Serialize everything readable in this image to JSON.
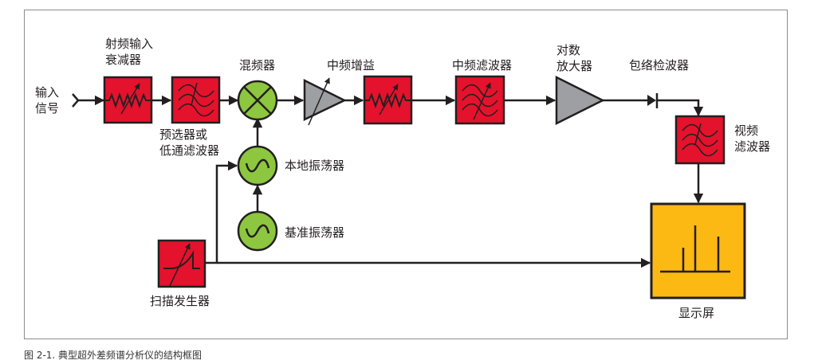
{
  "caption": "图 2-1. 典型超外差频谱分析仪的结构框图",
  "colors": {
    "red_block": "#e4122c",
    "green_block": "#8dc63f",
    "gray_amp": "#9d9fa2",
    "yellow_display": "#fdb913",
    "line": "#231f20",
    "frame": "#8c8c8c"
  },
  "labels": {
    "input_signal": "输入\n信号",
    "rf_attenuator": "射频输入\n衰减器",
    "preselector": "预选器或\n低通滤波器",
    "mixer": "混频器",
    "if_gain": "中频增益",
    "if_filter": "中频滤波器",
    "log_amp": "对数\n放大器",
    "envelope_detector": "包络检波器",
    "video_filter": "视频\n滤波器",
    "local_oscillator": "本地振荡器",
    "reference_oscillator": "基准振荡器",
    "sweep_generator": "扫描发生器",
    "display": "显示屏"
  },
  "blocks": [
    {
      "id": "rf_attenuator",
      "type": "attenuator",
      "icon": "variable-resistor-icon"
    },
    {
      "id": "preselector",
      "type": "filter",
      "icon": "filter-waves-icon"
    },
    {
      "id": "mixer",
      "type": "mixer",
      "icon": "mixer-cross-icon"
    },
    {
      "id": "if_gain_amp",
      "type": "variable-amplifier",
      "icon": "triangle-amp-icon"
    },
    {
      "id": "if_gain_attenuator",
      "type": "attenuator",
      "icon": "variable-resistor-icon"
    },
    {
      "id": "if_filter",
      "type": "variable-filter",
      "icon": "filter-waves-icon"
    },
    {
      "id": "log_amp",
      "type": "amplifier",
      "icon": "triangle-amp-icon"
    },
    {
      "id": "envelope_detector",
      "type": "diode",
      "icon": "diode-icon"
    },
    {
      "id": "video_filter",
      "type": "filter",
      "icon": "filter-waves-icon"
    },
    {
      "id": "local_oscillator",
      "type": "oscillator",
      "icon": "sine-wave-icon"
    },
    {
      "id": "reference_oscillator",
      "type": "oscillator",
      "icon": "sine-wave-icon"
    },
    {
      "id": "sweep_generator",
      "type": "ramp-generator",
      "icon": "ramp-icon"
    },
    {
      "id": "display",
      "type": "display",
      "icon": "spectrum-lines-icon"
    }
  ]
}
